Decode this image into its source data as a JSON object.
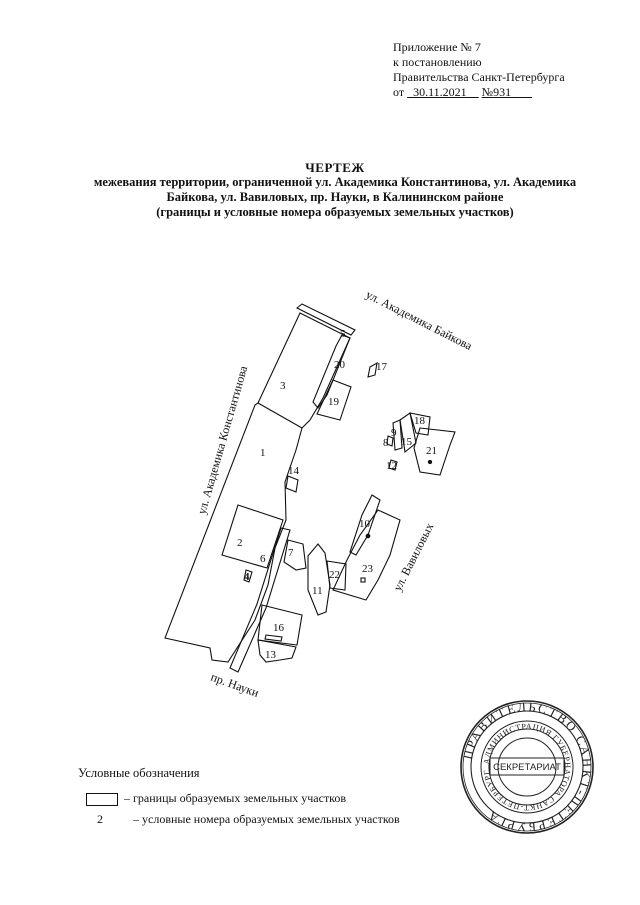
{
  "annex": {
    "line1": "Приложение № 7",
    "line2": "к постановлению",
    "line3": "Правительства Санкт-Петербурга",
    "date_prefix": "от",
    "date": "30.11.2021",
    "number_prefix": "№",
    "number": "931"
  },
  "title": {
    "heading": "ЧЕРТЕЖ",
    "line1": "межевания территории, ограниченной  ул. Академика Константинова, ул. Академика",
    "line2": "Байкова, ул. Вавиловых, пр. Науки, в Калининском районе",
    "line3": "(границы и условные номера образуемых земельных участков)"
  },
  "streets": {
    "konstantinova": "ул. Академика Константинова",
    "baykova": "ул. Академика Байкова",
    "vavilovykh": "ул. Вавиловых",
    "nauki": "пр. Науки"
  },
  "parcel_numbers": [
    "1",
    "2",
    "3",
    "4",
    "5",
    "6",
    "7",
    "8",
    "9",
    "10",
    "11",
    "12",
    "13",
    "14",
    "15",
    "16",
    "17",
    "18",
    "19",
    "20",
    "21",
    "22",
    "23"
  ],
  "stamp": {
    "outer_text": "ПРАВИТЕЛЬСТВО САНКТ-ПЕТЕРБУРГА",
    "inner_text": "АДМИНИСТРАЦИЯ ГУБЕРНАТОРА САНКТ-ПЕТЕРБУРГА",
    "center_text": "СЕКРЕТАРИАТ"
  },
  "legend": {
    "title": "Условные обозначения",
    "boundary_label": "– границы образуемых земельных участков",
    "number_sample": "2",
    "number_label": "– условные номера образуемых земельных участков"
  }
}
